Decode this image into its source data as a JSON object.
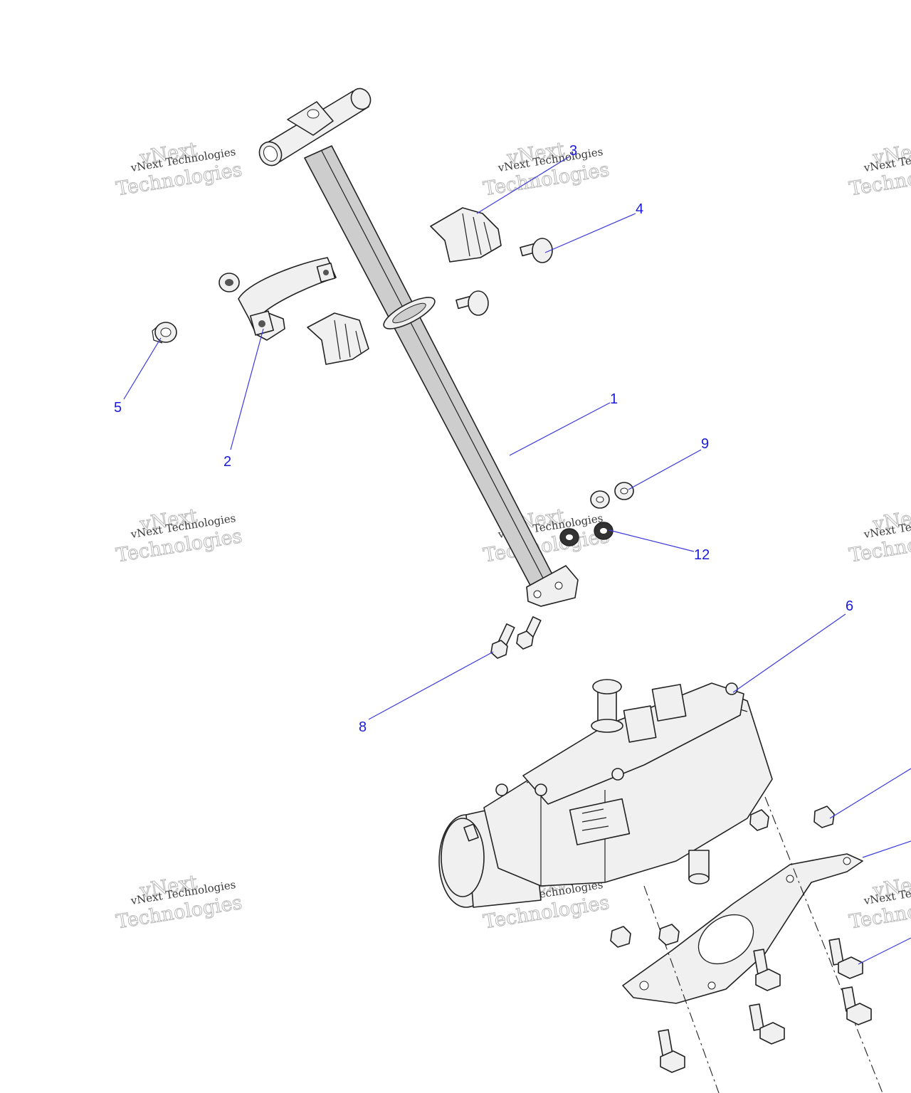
{
  "watermark": {
    "line1": "vNext Technologies",
    "big": "vNext",
    "line2": "Technologies"
  },
  "callouts": {
    "c1": "1",
    "c2": "2",
    "c3": "3",
    "c4": "4",
    "c5": "5",
    "c6": "6",
    "c8": "8",
    "c9": "9",
    "c12": "12"
  },
  "colors": {
    "callout": "#1a1adb",
    "leader": "#3a3ae0",
    "outline": "#222222",
    "shaft_fill": "#cdcdcd"
  }
}
